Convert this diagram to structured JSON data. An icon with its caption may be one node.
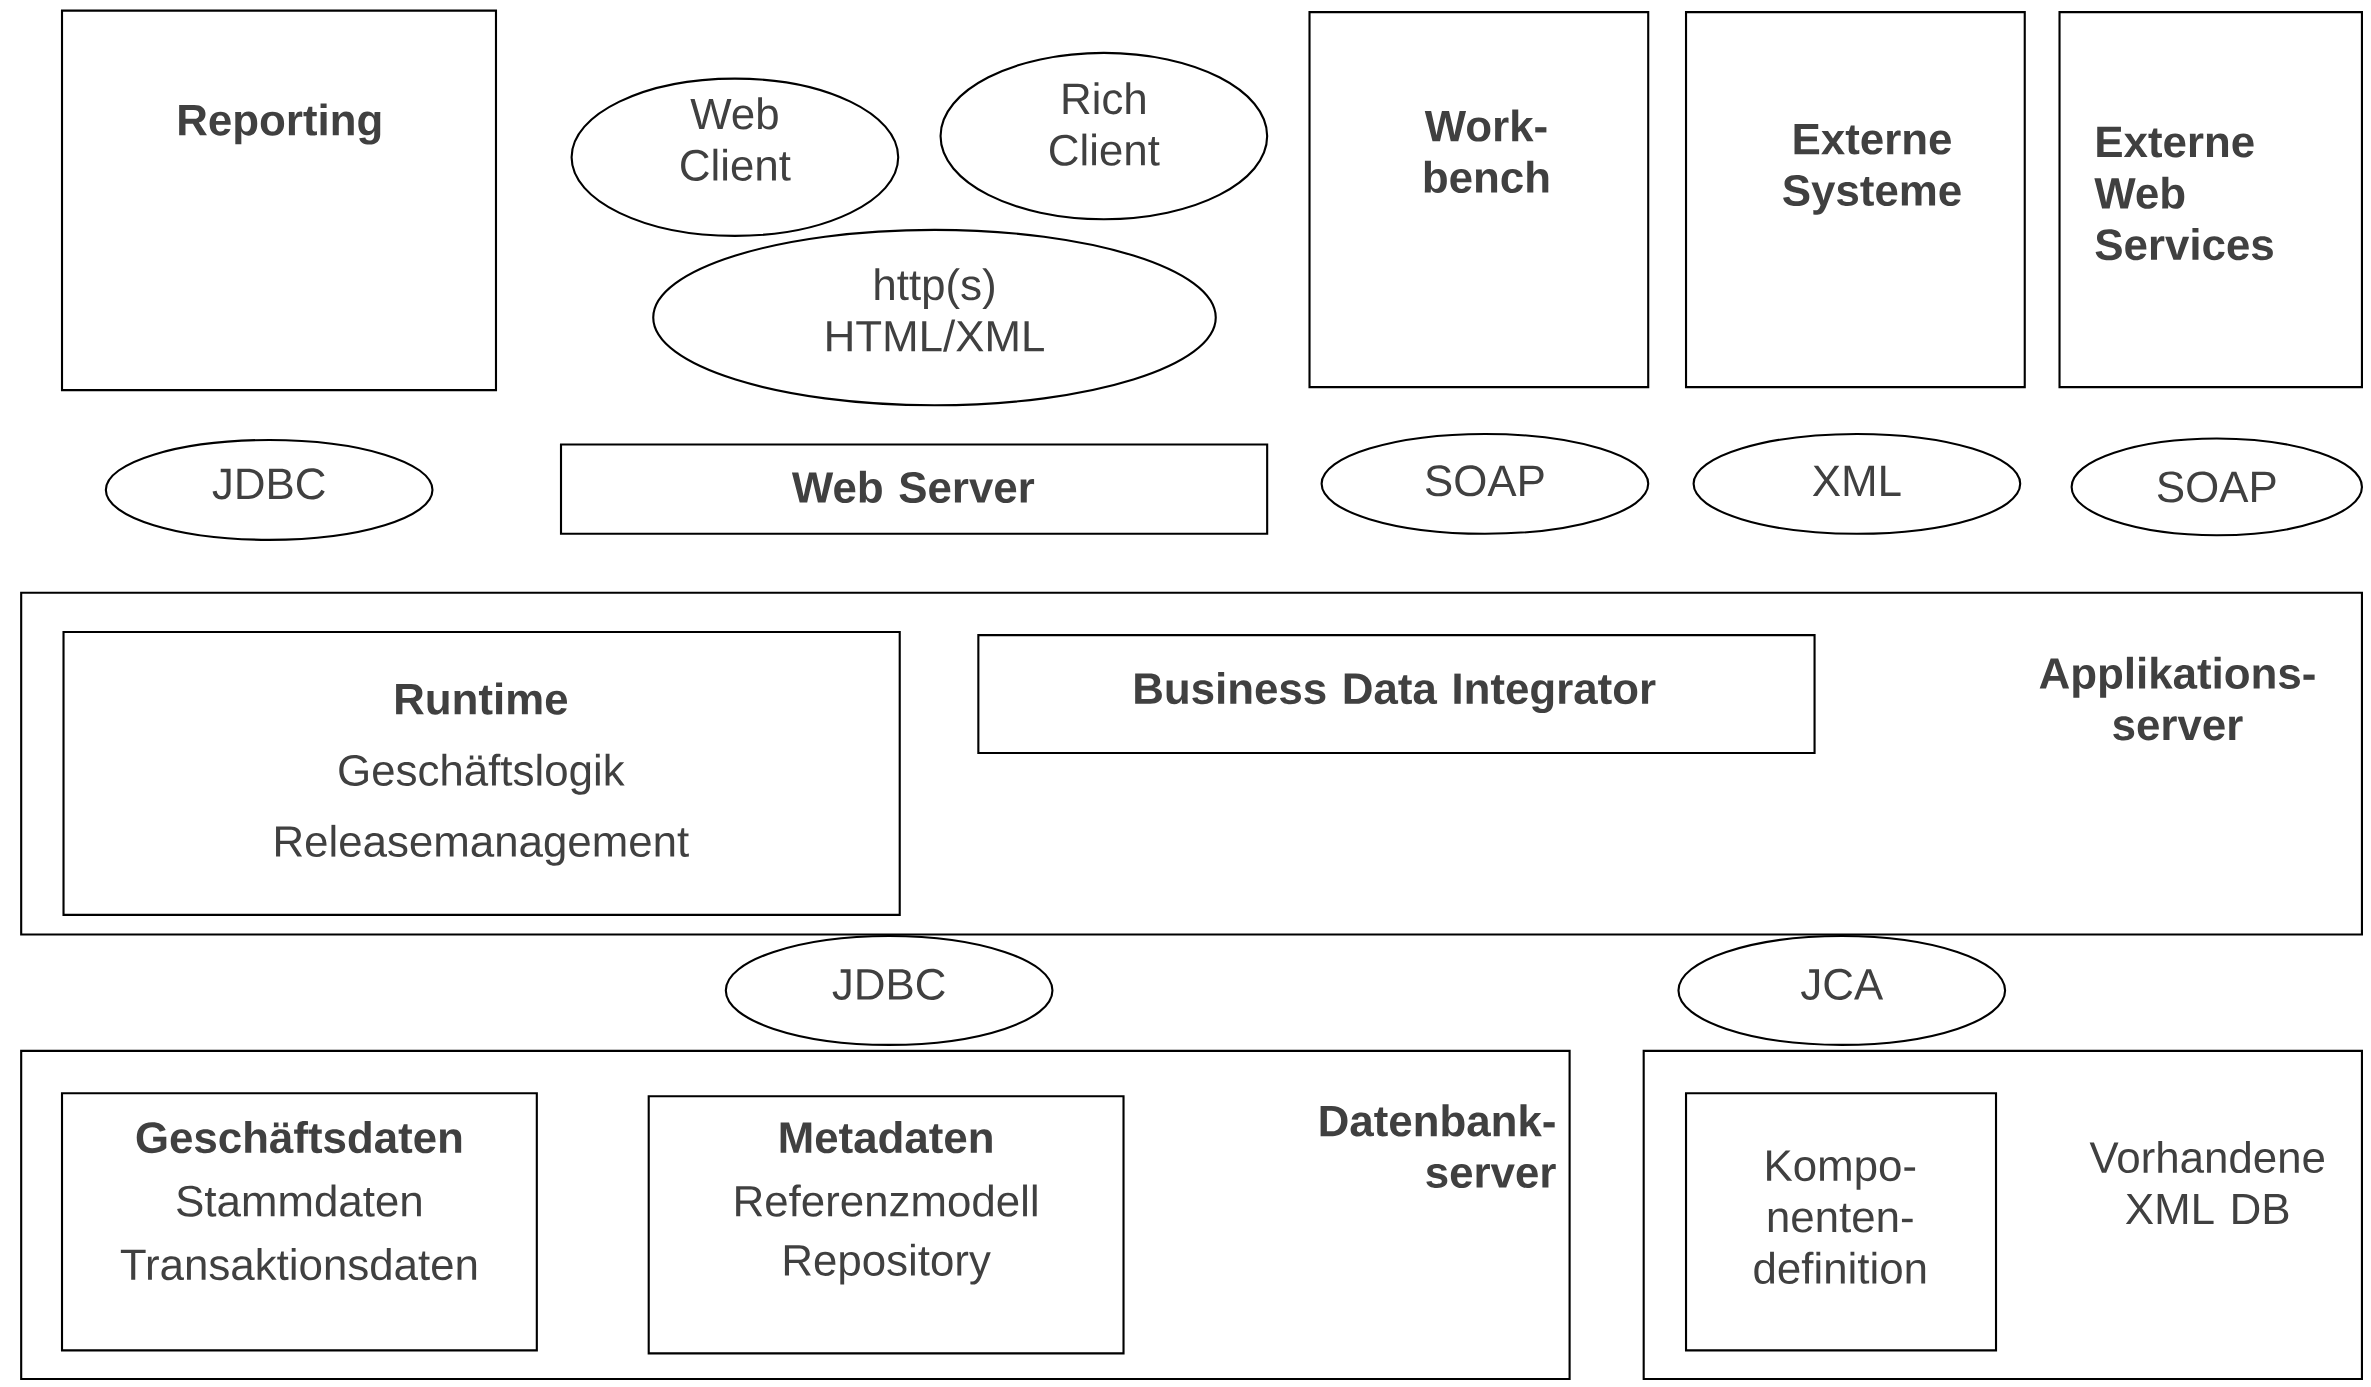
{
  "diagram": {
    "nodes": [
      {
        "text": [
          "Reporting"
        ]
      },
      {
        "text": [
          "Web Client"
        ]
      },
      {
        "text": [
          "Rich Client"
        ]
      },
      {
        "text": [
          "http(s) HTML/XML"
        ]
      },
      {
        "text": [
          "Work- bench"
        ]
      },
      {
        "text": [
          "Externe Systeme"
        ]
      },
      {
        "text": [
          "Externe Web Services"
        ]
      },
      {
        "text": [
          "JDBC"
        ]
      },
      {
        "text": [
          "Web Server"
        ]
      },
      {
        "text": [
          "SOAP"
        ]
      },
      {
        "text": [
          "XML"
        ]
      },
      {
        "text": [
          "SOAP"
        ]
      },
      {
        "text": [
          "Applikations- server"
        ]
      },
      {
        "text": [
          "Runtime",
          "Geschäftslogik",
          "Releasemanagement"
        ],
        "in": 12
      },
      {
        "text": [
          "Business Data Integrator"
        ],
        "in": 12
      },
      {
        "text": [
          "JDBC"
        ]
      },
      {
        "text": [
          "JCA"
        ]
      },
      {
        "text": [
          "Datenbank- server"
        ]
      },
      {
        "text": [
          "Geschäftsdaten",
          "Stammdaten",
          "Transaktionsdaten"
        ],
        "in": 17
      },
      {
        "text": [
          "Metadaten",
          "Referenzmodell",
          "Repository"
        ],
        "in": 17
      },
      {
        "text": [
          "Vorhandene XML DB"
        ]
      },
      {
        "text": [
          "Kompo- nenten- definition"
        ],
        "in": 20
      }
    ],
    "edges": []
  }
}
